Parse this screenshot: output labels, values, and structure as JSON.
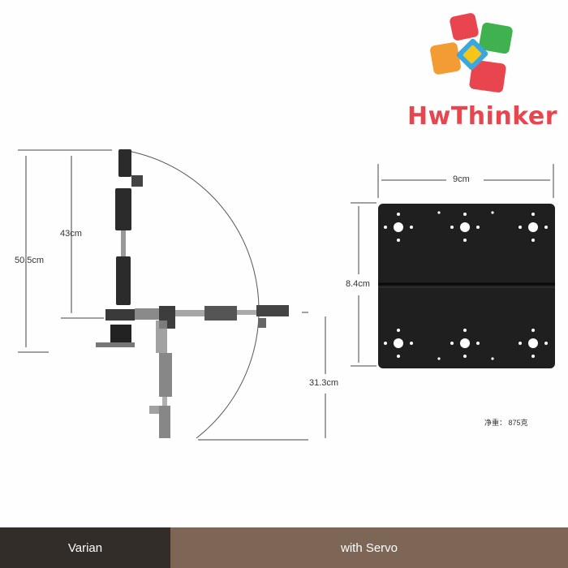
{
  "brand": {
    "name": "HwThinker",
    "logo_colors": [
      "#e8454e",
      "#f39c34",
      "#3fb24f",
      "#3aa7de",
      "#f5c518"
    ],
    "logo_icon": "colorful-puzzle-square-icon"
  },
  "arm_diagram": {
    "dimensions": {
      "total_height": "50.5cm",
      "upper_height": "43cm",
      "lower_reach": "31.3cm"
    }
  },
  "base_plate": {
    "width_label": "9cm",
    "height_label": "8.4cm",
    "weight_label": "净重： 875克",
    "color": "#1f1f1f"
  },
  "footer": {
    "left_text": "Varian",
    "right_text": "with Servo",
    "left_color": "#332d29",
    "right_color": "#7d6655"
  }
}
